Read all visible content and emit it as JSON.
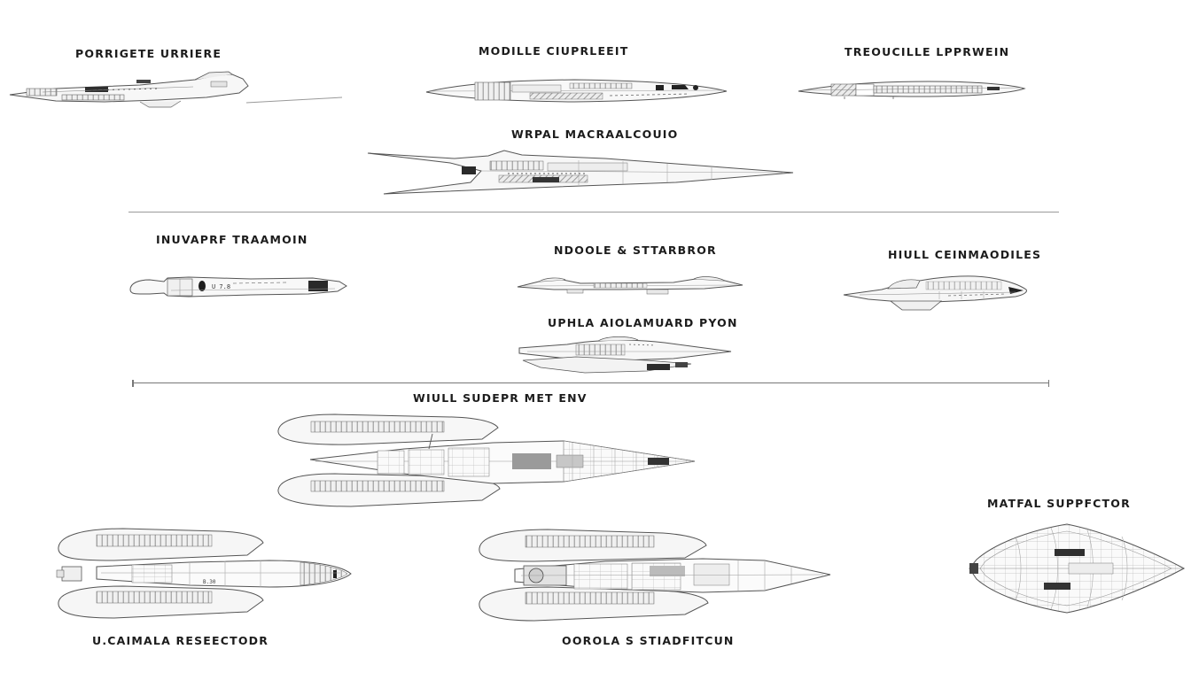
{
  "page": {
    "background": "#ffffff",
    "ink": "#1c1c1c",
    "outline": "#555555",
    "rule_color": "#9a9a9a"
  },
  "labels": {
    "top_left": "PORRIGETE URRIERE",
    "top_center": "MODILLE CIUPRLEEIT",
    "top_right": "TREOUCILLE LPPRWEIN",
    "upper_mid": "WRPAL MACRAALCOUIO",
    "row2_left": "INUVAPRF TRAAMOIN",
    "row2_center": "NDOOLE & STTARBROR",
    "row2_right": "HIULL CEINMAODILES",
    "row2_lower": "UPHLA AIOLAMUARD PYON",
    "row3_center": "WIULL SUDEPR MET ENV",
    "bottom_left": "U.CAIMALA RESEECTODR",
    "bottom_center": "OOROLA S STIADFITCUN",
    "bottom_right": "MATFAL SUPPFCTOR"
  },
  "markings": {
    "ship_row2_left": "U 7.8",
    "ship_bottom_left": "B.30"
  }
}
